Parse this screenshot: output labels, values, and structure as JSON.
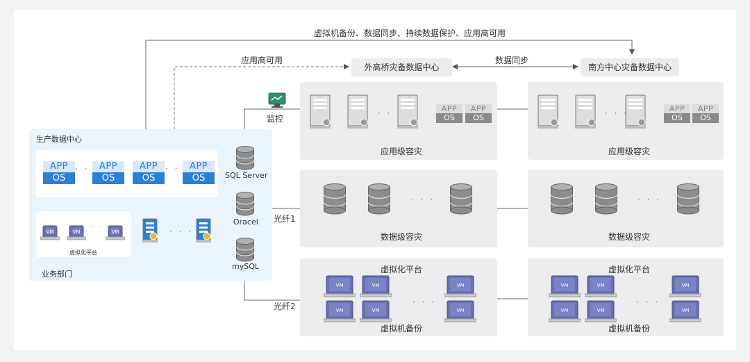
{
  "top_link_label": "虚拟机备份、数据同步、持续数据保护、应用高可用",
  "ha_link_label": "应用高可用",
  "sync_link_label": "数据同步",
  "sites": {
    "remote1": "外高桥灾备数据中心",
    "remote2": "南方中心灾备数据中心"
  },
  "production": {
    "title": "生产数据中心",
    "dept_label": "业务部门",
    "virt_label": "虚拟化平台",
    "app_label": "APP",
    "os_label": "OS",
    "vm_label": "VM",
    "databases": [
      "SQL Server",
      "Oracel",
      "mySQL"
    ]
  },
  "links": {
    "monitor": "监控",
    "fiber1": "光纤1",
    "fiber2": "光纤2"
  },
  "dr_levels": {
    "app": "应用级容灾",
    "data": "数据级容灾",
    "virt_platform": "虚拟化平台",
    "vm_backup": "虚拟机备份"
  },
  "dots": "· · ·",
  "colors": {
    "blue_accent": "#2b7fd6",
    "light_blue_panel": "#eaf4fd",
    "grey_panel": "#ececee",
    "vm_purple": "#6a6fb0"
  }
}
